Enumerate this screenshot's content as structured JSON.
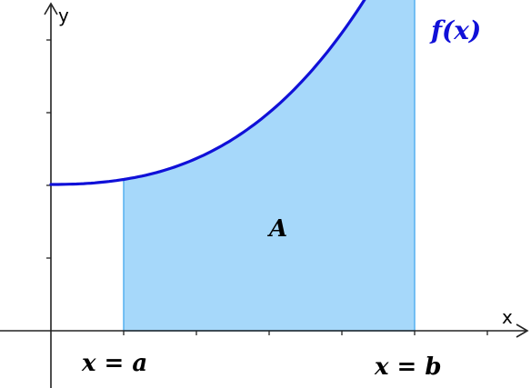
{
  "labels": {
    "y_axis": "y",
    "x_axis": "x",
    "curve": "f(x)",
    "area": "A",
    "left_bound": "x = a",
    "right_bound": "x = b"
  },
  "colors": {
    "curve": "#1010d8",
    "area_fill": "#a6d8fa",
    "area_edge": "#55b0f0",
    "axes": "#222222"
  }
}
